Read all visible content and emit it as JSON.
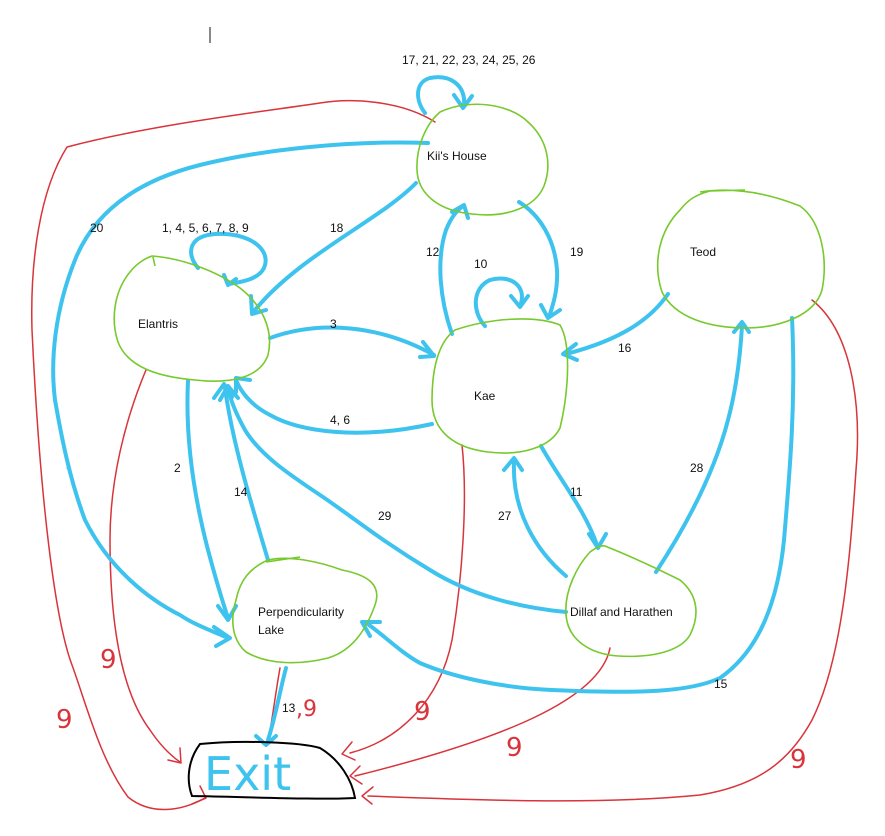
{
  "nodes": {
    "kiis_house": "Kii's House",
    "elantris": "Elantris",
    "kae": "Kae",
    "teod": "Teod",
    "perpendicularity": [
      "Perpendicularity",
      "Lake"
    ],
    "dillaf": "Dillaf and Harathen",
    "exit": "Exit"
  },
  "edges": {
    "kii_self": "17, 21, 22, 23, 24, 25, 26",
    "elantris_self": "1, 4, 5, 6, 7, 8, 9",
    "kae_self": "10",
    "e20": "20",
    "e18": "18",
    "e12": "12",
    "e19": "19",
    "e3": "3",
    "e46": "4, 6",
    "e16": "16",
    "e2": "2",
    "e14": "14",
    "e29": "29",
    "e27": "27",
    "e11": "11",
    "e28": "28",
    "e15": "15",
    "e13": "13",
    "e13_red": ",9"
  },
  "red_labels": [
    "9",
    "9",
    "9",
    "9",
    "9"
  ],
  "colors": {
    "node_outline": "#77c92c",
    "transition_arrow": "#3ec3ef",
    "exit_arrow": "#d8343a",
    "exit_outline": "#000000"
  }
}
